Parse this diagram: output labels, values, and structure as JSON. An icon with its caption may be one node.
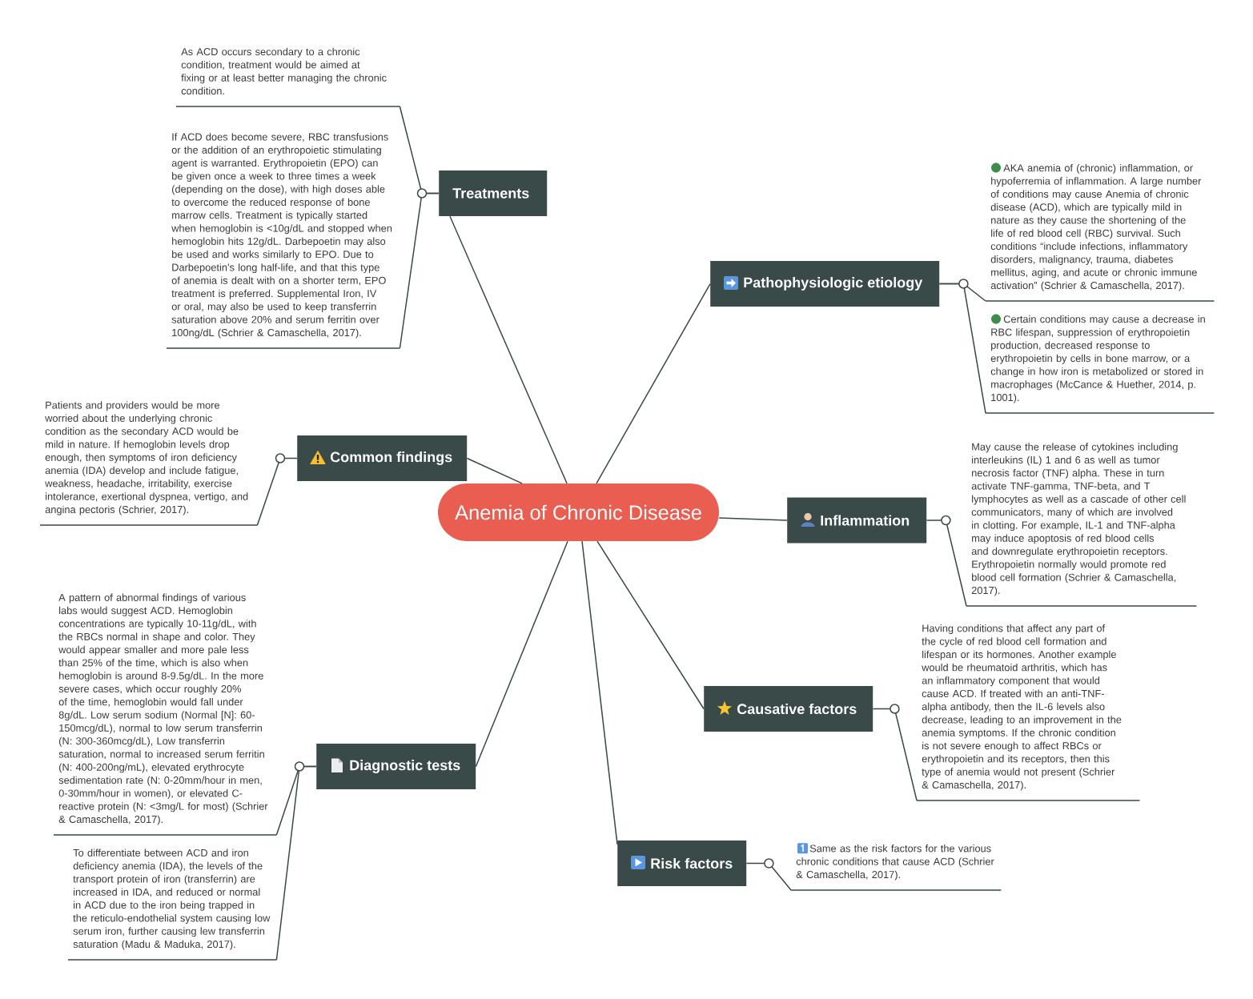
{
  "diagram": {
    "nodes": [
      {
        "text": [
          "Anemia of Chronic Disease"
        ]
      },
      {
        "text": [
          "Treatments"
        ]
      },
      {
        "text": [
          "As ACD occurs secondary to a chronic condition, treatment would be aimed at fixing or at least better managing the chronic condition."
        ]
      },
      {
        "text": [
          "If ACD does become severe, RBC transfusions or the addition of an erythropoietic stimulating agent is warranted. Erythropoietin (EPO) can be given once a week to three times a week (depending on the dose), with high doses able to overcome the reduced response of bone marrow cells. Treatment is typically started when hemoglobin is <10g/dL and stopped when hemoglobin hits 12g/dL. Darbepoetin may also be used and works similarly to EPO. Due to Darbepoetin’s long half-life, and that this type of anemia is dealt with on a shorter term, EPO treatment is preferred. Supplemental Iron, IV or oral, may also be used to keep transferrin saturation above 20% and serum ferritin over 100ng/dL (Schrier & Camaschella, 2017)."
        ]
      },
      {
        "text": [
          "Pathophysiologic etiology"
        ]
      },
      {
        "text": [
          "AKA anemia of (chronic) inflammation, or hypoferremia of inflammation. A large number of conditions may cause Anemia of chronic disease (ACD), which are typically mild in nature as they cause the shortening of the life of red blood cell (RBC) survival. Such conditions “include infections, inflammatory disorders, malignancy, trauma, diabetes mellitus, aging, and acute or chronic immune activation” (Schrier & Camaschella, 2017)."
        ]
      },
      {
        "text": [
          "Certain conditions may cause a decrease in RBC lifespan, suppression of erythropoietin production, decreased response to erythropoietin by cells in bone marrow, or a change in how iron is metabolized or stored in macrophages (McCance & Huether, 2014, p. 1001)."
        ]
      },
      {
        "text": [
          "Common findings"
        ]
      },
      {
        "text": [
          "Patients and providers would be more worried about the underlying chronic condition as the secondary ACD would be mild in nature. If hemoglobin levels drop enough, then symptoms of iron deficiency anemia (IDA) develop and include fatigue, weakness, headache, irritability, exercise intolerance, exertional dyspnea, vertigo, and angina pectoris (Schrier, 2017)."
        ]
      },
      {
        "text": [
          "Inflammation"
        ]
      },
      {
        "text": [
          "May cause the release of cytokines including interleukins (IL) 1 and 6 as well as tumor necrosis factor (TNF) alpha. These in turn activate TNF-gamma, TNF-beta, and T lymphocytes as well as a cascade of other cell communicators, many of which are involved in clotting. For example, IL-1 and TNF-alpha may induce apoptosis of red blood cells and downregulate erythropoietin receptors. Erythropoietin normally would promote red blood cell formation (Schrier & Camaschella, 2017)."
        ]
      },
      {
        "text": [
          "Diagnostic tests"
        ]
      },
      {
        "text": [
          "A pattern of abnormal findings of various labs would suggest ACD. Hemoglobin concentrations are typically 10-11g/dL, with the RBCs normal in shape and color. They would appear smaller and more pale less than 25% of the time, which is also when hemoglobin is around 8-9.5g/dL. In the more severe cases, which occur roughly 20% of the time, hemoglobin would fall under 8g/dL. Low serum sodium (Normal [N]: 60-150mcg/dL), normal to low serum transferrin (N: 300-360mcg/dL), Low transferrin saturation, normal to increased serum ferritin (N: 400-200ng/mL), elevated erythrocyte sedimentation rate (N: 0-20mm/hour in men, 0-30mm/hour in women), or elevated C-reactive protein (N: <3mg/L for most) (Schrier & Camaschella, 2017)."
        ]
      },
      {
        "text": [
          "To differentiate between ACD and iron deficiency anemia (IDA), the levels of the transport protein of iron (transferrin) are increased in IDA, and reduced or normal in ACD due to the iron being trapped in the reticulo-endothelial system causing low serum iron, further causing lew transferrin saturation (Madu & Maduka, 2017)."
        ]
      },
      {
        "text": [
          "Causative factors"
        ]
      },
      {
        "text": [
          "Having conditions that affect any part of the cycle of red blood cell formation and lifespan or its hormones. Another example would be rheumatoid arthritis, which has an inflammatory component that would cause ACD. If treated with an anti-TNF-alpha antibody, then the IL-6 levels also decrease, leading to an improvement in the anemia symptoms. If the chronic condition is not severe enough to affect RBCs or erythropoietin and its receptors, then this type of anemia would not present (Schrier & Camaschella, 2017)."
        ]
      },
      {
        "text": [
          "Risk factors"
        ]
      },
      {
        "text": [
          "Same as the risk factors for the various chronic conditions that cause ACD (Schrier & Camaschella, 2017)."
        ]
      }
    ],
    "edges": [
      {
        "from": 0,
        "to": 1,
        "arrow": "none"
      },
      {
        "from": 1,
        "to": 2,
        "arrow": "none"
      },
      {
        "from": 1,
        "to": 3,
        "arrow": "none"
      },
      {
        "from": 0,
        "to": 4,
        "arrow": "none"
      },
      {
        "from": 4,
        "to": 5,
        "arrow": "none"
      },
      {
        "from": 4,
        "to": 6,
        "arrow": "none"
      },
      {
        "from": 0,
        "to": 7,
        "arrow": "none"
      },
      {
        "from": 7,
        "to": 8,
        "arrow": "none"
      },
      {
        "from": 0,
        "to": 9,
        "arrow": "none"
      },
      {
        "from": 9,
        "to": 10,
        "arrow": "none"
      },
      {
        "from": 0,
        "to": 11,
        "arrow": "none"
      },
      {
        "from": 11,
        "to": 12,
        "arrow": "none"
      },
      {
        "from": 11,
        "to": 13,
        "arrow": "none"
      },
      {
        "from": 0,
        "to": 14,
        "arrow": "none"
      },
      {
        "from": 14,
        "to": 15,
        "arrow": "none"
      },
      {
        "from": 0,
        "to": 16,
        "arrow": "none"
      },
      {
        "from": 16,
        "to": 17,
        "arrow": "none"
      }
    ]
  }
}
